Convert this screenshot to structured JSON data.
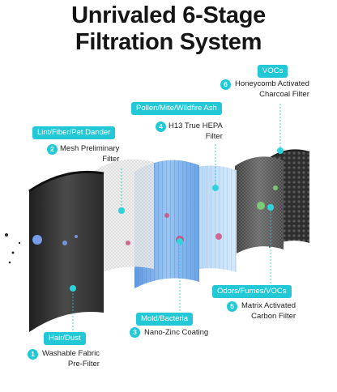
{
  "headline": {
    "line1": "Unrivaled 6-Stage",
    "line2": "Filtration System"
  },
  "stages": [
    {
      "number": "1",
      "tag": "Hair/Dust",
      "desc_line1": "Washable Fabric",
      "desc_line2": "Pre-Filter"
    },
    {
      "number": "2",
      "tag": "Lint/Fiber/Pet Dander",
      "desc_line1": "Mesh Preliminary",
      "desc_line2": "Filter"
    },
    {
      "number": "3",
      "tag": "Mold/Bacteria",
      "desc_line1": "Nano-Zinc Coating",
      "desc_line2": ""
    },
    {
      "number": "4",
      "tag": "Pollen/Mite/Wildfire Ash",
      "desc_line1": "H13 True HEPA",
      "desc_line2": "Filter"
    },
    {
      "number": "5",
      "tag": "Odors/Fumes/VOCs",
      "desc_line1": "Matrix Activated",
      "desc_line2": "Carbon Filter"
    },
    {
      "number": "6",
      "tag": "VOCs",
      "desc_line1": "Honeycomb Activated",
      "desc_line2": "Charcoal Filter"
    }
  ],
  "colors": {
    "accent": "#22c8d6",
    "prefilter": "#3a3a3a",
    "hepa": "#6aa4e6",
    "carbon": "#4a4a4a"
  }
}
